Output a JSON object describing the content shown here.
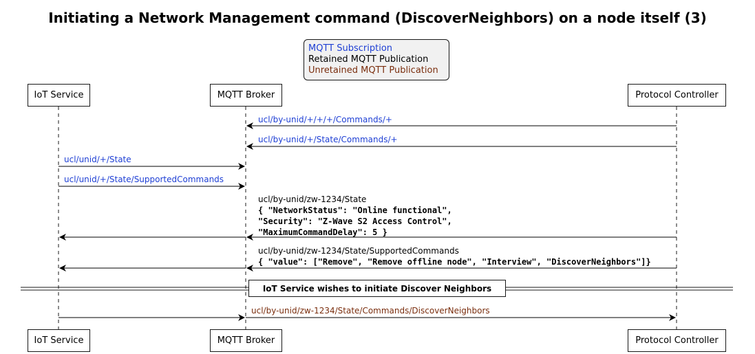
{
  "title": "Initiating a Network Management command (DiscoverNeighbors) on a node itself (3)",
  "colors": {
    "subscription": "#1e3fd4",
    "retained": "#000000",
    "unretained": "#7a2e0e"
  },
  "legend": {
    "subscription": "MQTT Subscription",
    "retained": "Retained MQTT Publication",
    "unretained": "Unretained MQTT Publication"
  },
  "participants": {
    "iot": "IoT Service",
    "broker": "MQTT Broker",
    "pc": "Protocol Controller"
  },
  "messages": {
    "m1": "ucl/by-unid/+/+/+/Commands/+",
    "m2": "ucl/by-unid/+/State/Commands/+",
    "m3": "ucl/unid/+/State",
    "m4": "ucl/unid/+/State/SupportedCommands",
    "m5_topic": "ucl/by-unid/zw-1234/State",
    "m5_line1": "{ \"NetworkStatus\": \"Online functional\",",
    "m5_line2": "\"Security\": \"Z-Wave S2 Access Control\",",
    "m5_line3": "\"MaximumCommandDelay\": 5 }",
    "m6_topic": "ucl/by-unid/zw-1234/State/SupportedCommands",
    "m6_line1": "{ \"value\": [\"Remove\", \"Remove offline node\", \"Interview\", \"DiscoverNeighbors\"]}",
    "m7": "ucl/by-unid/zw-1234/State/Commands/DiscoverNeighbors"
  },
  "divider": "IoT Service wishes to initiate Discover Neighbors"
}
